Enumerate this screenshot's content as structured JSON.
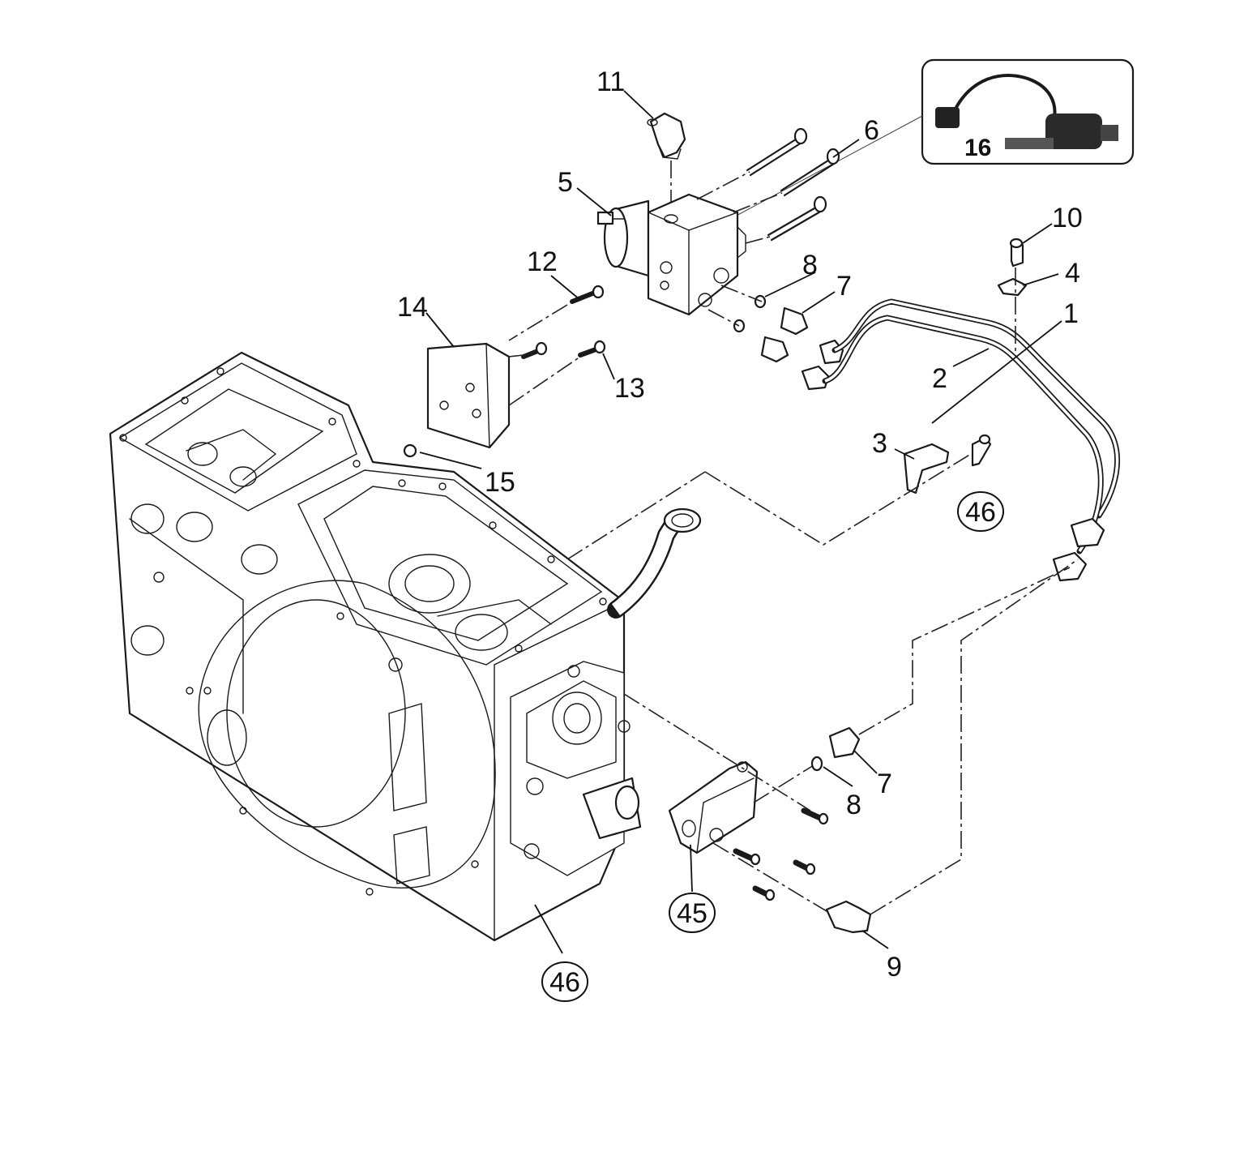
{
  "callouts": {
    "c1": "1",
    "c2": "2",
    "c3": "3",
    "c4": "4",
    "c5": "5",
    "c6": "6",
    "c7a": "7",
    "c7b": "7",
    "c8a": "8",
    "c8b": "8",
    "c9": "9",
    "c10": "10",
    "c11": "11",
    "c12": "12",
    "c13": "13",
    "c14": "14",
    "c15": "15",
    "c16": "16",
    "c45": "45",
    "c46a": "46",
    "c46b": "46"
  },
  "colors": {
    "ink": "#1a1a1a",
    "paper": "#ffffff",
    "inset_border": "#222222"
  }
}
